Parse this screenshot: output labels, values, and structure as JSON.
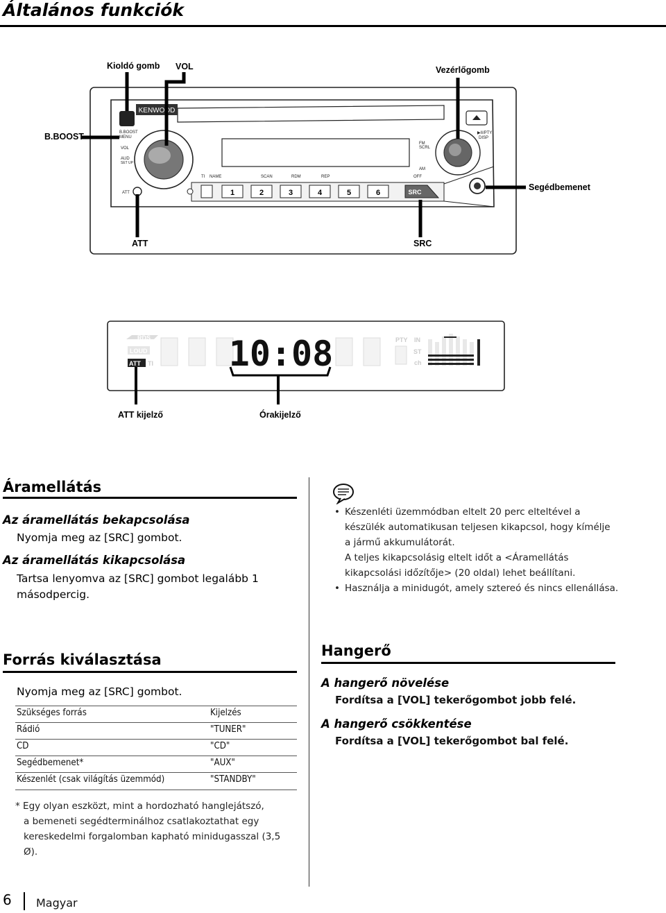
{
  "header": {
    "title": "Általános funkciók"
  },
  "diagram1": {
    "callouts": {
      "release": "Kioldó gomb",
      "vol": "VOL",
      "control": "Vezérlőgomb",
      "boost": "B.BOOST",
      "aux_in": "Segédbemenet",
      "att": "ATT",
      "src": "SRC"
    },
    "panel": {
      "brand": "KENWOOD",
      "boost_label": "B.BOOST",
      "menu_label": "MENU",
      "vol_label": "VOL",
      "audio_label": "AUD",
      "setup_label": "SET UP",
      "att_label": "ATT",
      "ti_label": "TI",
      "name_label": "NAME",
      "scan_label": "SCAN",
      "rdm_label": "RDM",
      "rep_label": "REP",
      "off_label": "OFF",
      "fm_label": "FM",
      "scrl_label": "SCRL",
      "am_label": "AM",
      "pty_label": "▶II/PTY",
      "disp_label": "DISP",
      "src_button": "SRC",
      "preset_buttons": [
        "1",
        "2",
        "3",
        "4",
        "5",
        "6"
      ]
    }
  },
  "diagram2": {
    "clock": "10:08",
    "labels": {
      "loud": "LOUD",
      "att": "ATT",
      "ti": "TI",
      "rds": "RDS",
      "pty": "PTY",
      "in": "IN",
      "st": "ST",
      "ch": "ch"
    },
    "callouts": {
      "att_indicator": "ATT kijelző",
      "clock_display": "Órakijelző"
    }
  },
  "power": {
    "title": "Áramellátás",
    "on_title": "Az áramellátás bekapcsolása",
    "on_body": "Nyomja meg az [SRC] gombot.",
    "off_title": "Az áramellátás kikapcsolása",
    "off_body_1": "Tartsa lenyomva az [SRC] gombot legalább 1",
    "off_body_2": "másodpercig."
  },
  "note": {
    "icon": "note-icon",
    "bullet1_l1": "Készenléti üzemmódban eltelt 20 perc elteltével a",
    "bullet1_l2": "készülék automatikusan teljesen kikapcsol, hogy kímélje",
    "bullet1_l3": "a jármű akkumulátorát.",
    "bullet1_l4": "A teljes kikapcsolásig eltelt időt a <Áramellátás",
    "bullet1_l5": "kikapcsolási időzítője> (20 oldal) lehet beállítani.",
    "bullet2": "Használja a minidugót, amely sztereó és nincs ellenállása."
  },
  "source": {
    "title": "Forrás kiválasztása",
    "body": "Nyomja meg az [SRC] gombot.",
    "table": {
      "headers": [
        "Szükséges forrás",
        "Kijelzés"
      ],
      "rows": [
        [
          "Rádió",
          "\"TUNER\""
        ],
        [
          "CD",
          "\"CD\""
        ],
        [
          "Segédbemenet*",
          "\"AUX\""
        ],
        [
          "Készenlét (csak világítás üzemmód)",
          "\"STANDBY\""
        ]
      ]
    },
    "footnote_l1": "* Egy olyan eszközt, mint a hordozható hanglejátszó,",
    "footnote_l2": "a bemeneti segédterminálhoz csatlakoztathat egy",
    "footnote_l3": "kereskedelmi forgalomban kapható minidugasszal (3,5",
    "footnote_l4": "Ø)."
  },
  "volume": {
    "title": "Hangerő",
    "up_title": "A hangerő növelése",
    "up_body": "Fordítsa a [VOL] tekerőgombot jobb felé.",
    "down_title": "A hangerő csökkentése",
    "down_body": "Fordítsa a [VOL] tekerőgombot bal felé."
  },
  "footer": {
    "page_number": "6",
    "language": "Magyar"
  }
}
